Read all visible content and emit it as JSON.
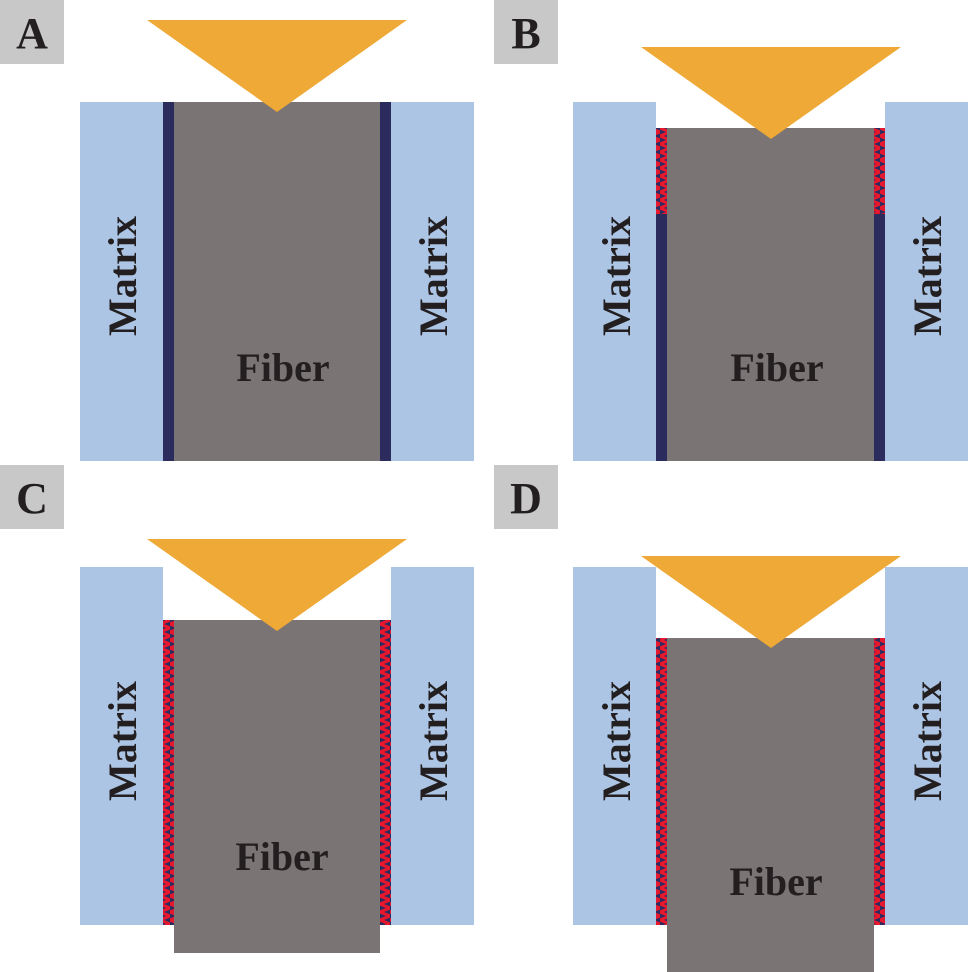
{
  "labels": {
    "matrix": "Matrix",
    "fiber": "Fiber"
  },
  "panels": [
    {
      "id": "A",
      "label": "A",
      "debonded_fraction": 0.0,
      "fiber_pushout": 0.0
    },
    {
      "id": "B",
      "label": "B",
      "debonded_fraction": 0.25,
      "fiber_pushout": 0.0
    },
    {
      "id": "C",
      "label": "C",
      "debonded_fraction": 1.0,
      "fiber_pushout": 0.08
    },
    {
      "id": "D",
      "label": "D",
      "debonded_fraction": 1.0,
      "fiber_pushout": 0.13
    }
  ],
  "colors": {
    "matrix": "#adc5e4",
    "fiber": "#7a7574",
    "interface": "#2b2c5d",
    "debonded_interface": "#e8172e",
    "indenter": "#eea937",
    "label_box": "#c8c8c8",
    "text": "#231f20"
  }
}
